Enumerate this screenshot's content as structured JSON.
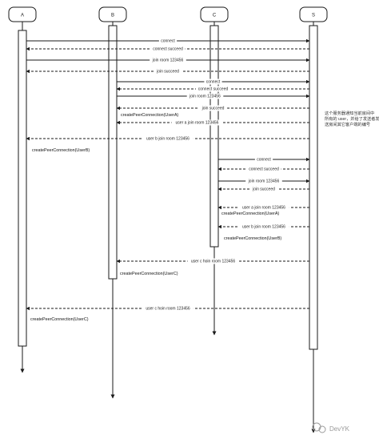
{
  "participants": [
    "A",
    "B",
    "C",
    "S"
  ],
  "messages": [
    {
      "from": "A",
      "to": "S",
      "label": "connect",
      "style": "solid"
    },
    {
      "from": "S",
      "to": "A",
      "label": "connect succeed",
      "style": "dashed"
    },
    {
      "from": "A",
      "to": "S",
      "label": "join room 123456",
      "style": "solid"
    },
    {
      "from": "S",
      "to": "A",
      "label": "join succeed",
      "style": "dashed"
    },
    {
      "from": "B",
      "to": "S",
      "label": "connect",
      "style": "solid"
    },
    {
      "from": "S",
      "to": "B",
      "label": "connect succeed",
      "style": "dashed"
    },
    {
      "from": "B",
      "to": "S",
      "label": "join room 123456",
      "style": "solid"
    },
    {
      "from": "S",
      "to": "B",
      "label": "join succeed",
      "style": "dashed"
    },
    {
      "from": "S",
      "to": "B",
      "label": "user a join room 123456",
      "style": "dashed"
    },
    {
      "from": "S",
      "to": "A",
      "label": "user b join room 123456",
      "style": "dashed"
    },
    {
      "from": "C",
      "to": "S",
      "label": "connect",
      "style": "solid"
    },
    {
      "from": "S",
      "to": "C",
      "label": "connect succeed",
      "style": "dashed"
    },
    {
      "from": "C",
      "to": "S",
      "label": "join room 123456",
      "style": "solid"
    },
    {
      "from": "S",
      "to": "C",
      "label": "join succeed",
      "style": "dashed"
    },
    {
      "from": "S",
      "to": "C",
      "label": "user a join room 123456",
      "style": "dashed"
    },
    {
      "from": "S",
      "to": "C",
      "label": "user b join room 123456",
      "style": "dashed"
    },
    {
      "from": "S",
      "to": "B",
      "label": "user c hoin room 123456",
      "style": "dashed"
    },
    {
      "from": "S",
      "to": "A",
      "label": "user c hoin room 123456",
      "style": "dashed"
    }
  ],
  "actions": [
    {
      "lane": "B",
      "label": "createPeerConnection(UserA)"
    },
    {
      "lane": "A",
      "label": "createPeerConnection(UserB)"
    },
    {
      "lane": "C",
      "label": "createPeerConnection(UserA)"
    },
    {
      "lane": "C",
      "label": "createPeerConnection(UserB)"
    },
    {
      "lane": "B",
      "label": "createPeerConnection(UserC)"
    },
    {
      "lane": "A",
      "label": "createPeerConnection(UserC)"
    }
  ],
  "note": {
    "lines": [
      "这个服务器通知当前房间中",
      "所有的 user，并给了发送者发",
      "送房间其它客户端的编号"
    ]
  },
  "watermark": "DevYK",
  "colors": {
    "line": "#1a1a1a",
    "activation": "#ffffff",
    "watermark": "#9a9a9a"
  }
}
